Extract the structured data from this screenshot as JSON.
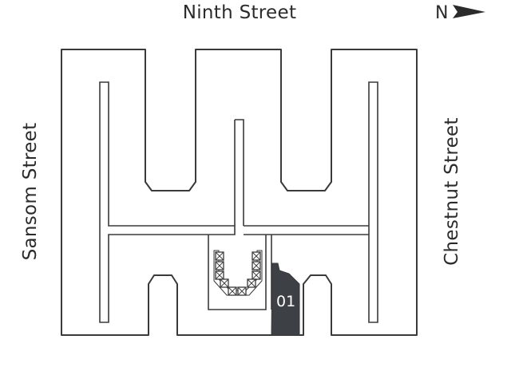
{
  "streets": {
    "top": "Ninth Street",
    "left": "Sansom Street",
    "right": "Chestnut Street"
  },
  "compass": {
    "label": "N",
    "icon": "north-arrow-icon"
  },
  "unit": {
    "label": "01",
    "color": "#3d4045"
  },
  "colors": {
    "outline": "#3a3a3a",
    "background": "#ffffff"
  }
}
